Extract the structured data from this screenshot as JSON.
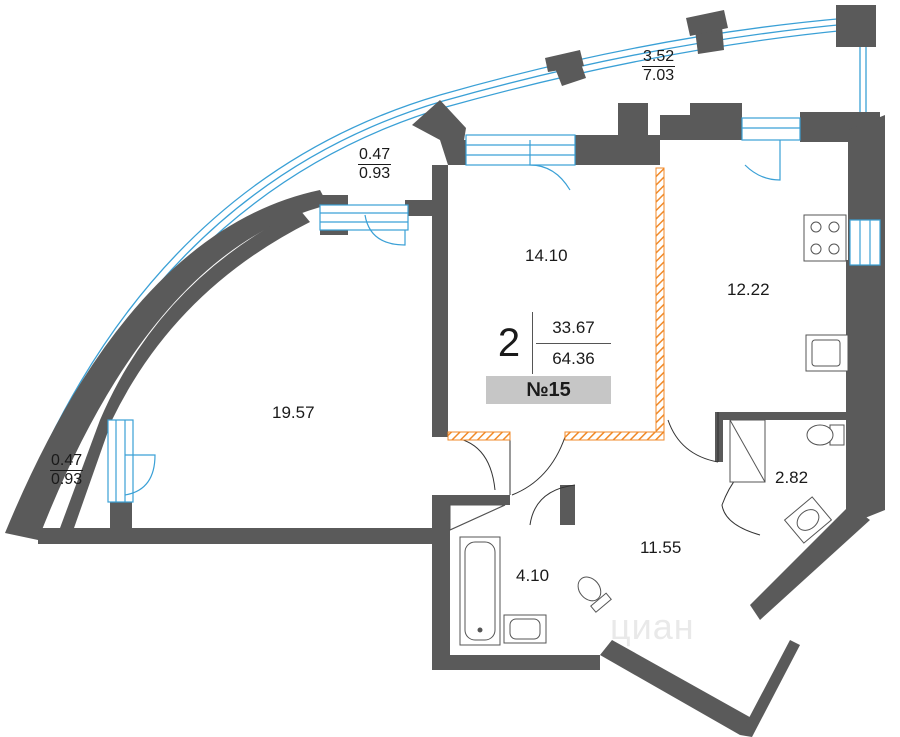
{
  "rooms": {
    "living": "19.57",
    "bedroom": "14.10",
    "kitchen": "12.22",
    "hall": "11.55",
    "bathroom": "4.10",
    "wc": "2.82"
  },
  "balconies": {
    "top": {
      "area": "3.52",
      "full": "7.03"
    },
    "mid": {
      "area": "0.47",
      "full": "0.93"
    },
    "left": {
      "area": "0.47",
      "full": "0.93"
    }
  },
  "info": {
    "rooms_count": "2",
    "living_area": "33.67",
    "total_area": "64.36",
    "apartment": "№15"
  },
  "watermark": "циан",
  "colors": {
    "wall": "#5a5a5a",
    "glass": "#3aa0d6",
    "partition_hatch": "#f08a2a",
    "label_box": "#c6c6c6"
  }
}
